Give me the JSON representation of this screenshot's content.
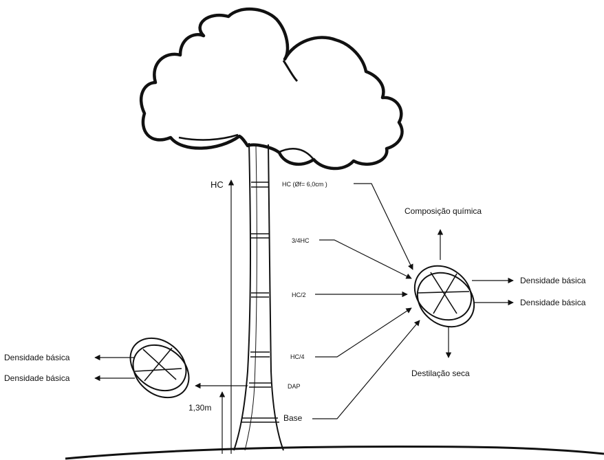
{
  "labels": {
    "hc_height": "HC",
    "dap_height": "1,30m",
    "hc_top": "HC (Øf= 6,0cm )",
    "three_quarter": "3/4HC",
    "half": "HC/2",
    "quarter": "HC/4",
    "dap": "DAP",
    "base": "Base",
    "composicao": "Composição química",
    "densidade_right_1": "Densidade básica",
    "densidade_right_2": "Densidade básica",
    "destilacao": "Destilação seca",
    "densidade_left_1": "Densidade básica",
    "densidade_left_2": "Densidade básica"
  }
}
